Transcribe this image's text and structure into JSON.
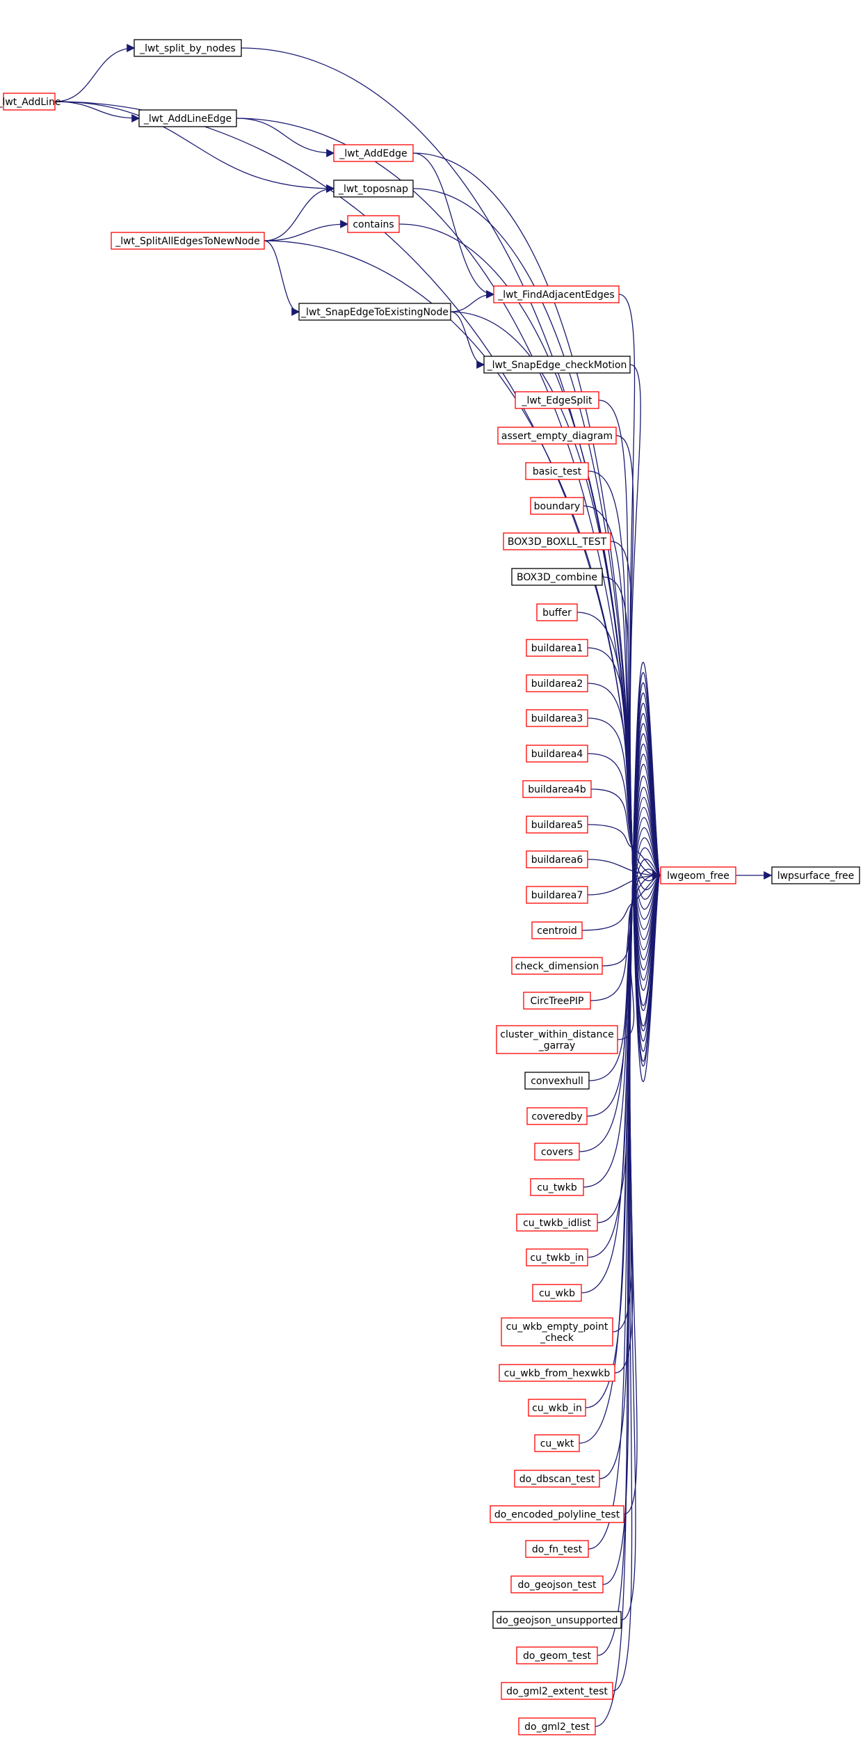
{
  "colors": {
    "edge": "#191970",
    "border_linked": "#ff0000",
    "border_plain": "#000000",
    "fill_current": "#bfbfbf",
    "fill_default": "#ffffff"
  },
  "nodes": [
    {
      "id": "lwpsurface_free",
      "label": "lwpsurface_free",
      "style": "current"
    },
    {
      "id": "lwgeom_free",
      "label": "lwgeom_free",
      "style": "linked"
    },
    {
      "id": "lwt_split_by_nodes",
      "label": "_lwt_split_by_nodes",
      "style": "plain"
    },
    {
      "id": "lwt_AddLine",
      "label": "_lwt_AddLine",
      "style": "linked"
    },
    {
      "id": "lwt_AddLineEdge",
      "label": "_lwt_AddLineEdge",
      "style": "plain"
    },
    {
      "id": "lwt_AddEdge",
      "label": "_lwt_AddEdge",
      "style": "linked"
    },
    {
      "id": "lwt_toposnap",
      "label": "_lwt_toposnap",
      "style": "plain"
    },
    {
      "id": "contains",
      "label": "contains",
      "style": "linked"
    },
    {
      "id": "lwt_SplitAllEdgesToNewNode",
      "label": "_lwt_SplitAllEdgesToNewNode",
      "style": "linked"
    },
    {
      "id": "lwt_FindAdjacentEdges",
      "label": "_lwt_FindAdjacentEdges",
      "style": "linked"
    },
    {
      "id": "lwt_SnapEdgeToExistingNode",
      "label": "_lwt_SnapEdgeToExistingNode",
      "style": "plain"
    },
    {
      "id": "lwt_SnapEdge_checkMotion",
      "label": "_lwt_SnapEdge_checkMotion",
      "style": "plain"
    },
    {
      "id": "lwt_EdgeSplit",
      "label": "_lwt_EdgeSplit",
      "style": "linked"
    },
    {
      "id": "assert_empty_diagram",
      "label": "assert_empty_diagram",
      "style": "linked"
    },
    {
      "id": "basic_test",
      "label": "basic_test",
      "style": "linked"
    },
    {
      "id": "boundary",
      "label": "boundary",
      "style": "linked"
    },
    {
      "id": "BOX3D_BOXLL_TEST",
      "label": "BOX3D_BOXLL_TEST",
      "style": "linked"
    },
    {
      "id": "BOX3D_combine",
      "label": "BOX3D_combine",
      "style": "plain"
    },
    {
      "id": "buffer",
      "label": "buffer",
      "style": "linked"
    },
    {
      "id": "buildarea1",
      "label": "buildarea1",
      "style": "linked"
    },
    {
      "id": "buildarea2",
      "label": "buildarea2",
      "style": "linked"
    },
    {
      "id": "buildarea3",
      "label": "buildarea3",
      "style": "linked"
    },
    {
      "id": "buildarea4",
      "label": "buildarea4",
      "style": "linked"
    },
    {
      "id": "buildarea4b",
      "label": "buildarea4b",
      "style": "linked"
    },
    {
      "id": "buildarea5",
      "label": "buildarea5",
      "style": "linked"
    },
    {
      "id": "buildarea6",
      "label": "buildarea6",
      "style": "linked"
    },
    {
      "id": "buildarea7",
      "label": "buildarea7",
      "style": "linked"
    },
    {
      "id": "centroid",
      "label": "centroid",
      "style": "linked"
    },
    {
      "id": "check_dimension",
      "label": "check_dimension",
      "style": "linked"
    },
    {
      "id": "CircTreePIP",
      "label": "CircTreePIP",
      "style": "linked"
    },
    {
      "id": "cluster_within_distance_garray",
      "label": "cluster_within_distance\n_garray",
      "style": "linked"
    },
    {
      "id": "convexhull",
      "label": "convexhull",
      "style": "plain"
    },
    {
      "id": "coveredby",
      "label": "coveredby",
      "style": "linked"
    },
    {
      "id": "covers",
      "label": "covers",
      "style": "linked"
    },
    {
      "id": "cu_twkb",
      "label": "cu_twkb",
      "style": "linked"
    },
    {
      "id": "cu_twkb_idlist",
      "label": "cu_twkb_idlist",
      "style": "linked"
    },
    {
      "id": "cu_twkb_in",
      "label": "cu_twkb_in",
      "style": "linked"
    },
    {
      "id": "cu_wkb",
      "label": "cu_wkb",
      "style": "linked"
    },
    {
      "id": "cu_wkb_empty_point_check",
      "label": "cu_wkb_empty_point\n_check",
      "style": "linked"
    },
    {
      "id": "cu_wkb_from_hexwkb",
      "label": "cu_wkb_from_hexwkb",
      "style": "linked"
    },
    {
      "id": "cu_wkb_in",
      "label": "cu_wkb_in",
      "style": "linked"
    },
    {
      "id": "cu_wkt",
      "label": "cu_wkt",
      "style": "linked"
    },
    {
      "id": "do_dbscan_test",
      "label": "do_dbscan_test",
      "style": "linked"
    },
    {
      "id": "do_encoded_polyline_test",
      "label": "do_encoded_polyline_test",
      "style": "linked"
    },
    {
      "id": "do_fn_test",
      "label": "do_fn_test",
      "style": "linked"
    },
    {
      "id": "do_geojson_test",
      "label": "do_geojson_test",
      "style": "linked"
    },
    {
      "id": "do_geojson_unsupported",
      "label": "do_geojson_unsupported",
      "style": "plain"
    },
    {
      "id": "do_geom_test",
      "label": "do_geom_test",
      "style": "linked"
    },
    {
      "id": "do_gml2_extent_test",
      "label": "do_gml2_extent_test",
      "style": "linked"
    },
    {
      "id": "do_gml2_test",
      "label": "do_gml2_test",
      "style": "linked"
    }
  ],
  "edges": [
    {
      "from": "lwgeom_free",
      "to": "lwpsurface_free"
    },
    {
      "from": "lwt_split_by_nodes",
      "to": "lwgeom_free"
    },
    {
      "from": "lwt_AddLine",
      "to": "lwgeom_free"
    },
    {
      "from": "lwt_AddLineEdge",
      "to": "lwgeom_free"
    },
    {
      "from": "lwt_AddEdge",
      "to": "lwgeom_free"
    },
    {
      "from": "lwt_toposnap",
      "to": "lwgeom_free"
    },
    {
      "from": "contains",
      "to": "lwgeom_free"
    },
    {
      "from": "lwt_SplitAllEdgesToNewNode",
      "to": "lwgeom_free"
    },
    {
      "from": "lwt_FindAdjacentEdges",
      "to": "lwgeom_free"
    },
    {
      "from": "lwt_SnapEdgeToExistingNode",
      "to": "lwgeom_free"
    },
    {
      "from": "lwt_SnapEdge_checkMotion",
      "to": "lwgeom_free"
    },
    {
      "from": "lwt_EdgeSplit",
      "to": "lwgeom_free"
    },
    {
      "from": "assert_empty_diagram",
      "to": "lwgeom_free"
    },
    {
      "from": "basic_test",
      "to": "lwgeom_free"
    },
    {
      "from": "boundary",
      "to": "lwgeom_free"
    },
    {
      "from": "BOX3D_BOXLL_TEST",
      "to": "lwgeom_free"
    },
    {
      "from": "BOX3D_combine",
      "to": "lwgeom_free"
    },
    {
      "from": "buffer",
      "to": "lwgeom_free"
    },
    {
      "from": "buildarea1",
      "to": "lwgeom_free"
    },
    {
      "from": "buildarea2",
      "to": "lwgeom_free"
    },
    {
      "from": "buildarea3",
      "to": "lwgeom_free"
    },
    {
      "from": "buildarea4",
      "to": "lwgeom_free"
    },
    {
      "from": "buildarea4b",
      "to": "lwgeom_free"
    },
    {
      "from": "buildarea5",
      "to": "lwgeom_free"
    },
    {
      "from": "buildarea6",
      "to": "lwgeom_free"
    },
    {
      "from": "buildarea7",
      "to": "lwgeom_free"
    },
    {
      "from": "centroid",
      "to": "lwgeom_free"
    },
    {
      "from": "check_dimension",
      "to": "lwgeom_free"
    },
    {
      "from": "CircTreePIP",
      "to": "lwgeom_free"
    },
    {
      "from": "cluster_within_distance_garray",
      "to": "lwgeom_free"
    },
    {
      "from": "convexhull",
      "to": "lwgeom_free"
    },
    {
      "from": "coveredby",
      "to": "lwgeom_free"
    },
    {
      "from": "covers",
      "to": "lwgeom_free"
    },
    {
      "from": "cu_twkb",
      "to": "lwgeom_free"
    },
    {
      "from": "cu_twkb_idlist",
      "to": "lwgeom_free"
    },
    {
      "from": "cu_twkb_in",
      "to": "lwgeom_free"
    },
    {
      "from": "cu_wkb",
      "to": "lwgeom_free"
    },
    {
      "from": "cu_wkb_empty_point_check",
      "to": "lwgeom_free"
    },
    {
      "from": "cu_wkb_from_hexwkb",
      "to": "lwgeom_free"
    },
    {
      "from": "cu_wkb_in",
      "to": "lwgeom_free"
    },
    {
      "from": "cu_wkt",
      "to": "lwgeom_free"
    },
    {
      "from": "do_dbscan_test",
      "to": "lwgeom_free"
    },
    {
      "from": "do_encoded_polyline_test",
      "to": "lwgeom_free"
    },
    {
      "from": "do_fn_test",
      "to": "lwgeom_free"
    },
    {
      "from": "do_geojson_test",
      "to": "lwgeom_free"
    },
    {
      "from": "do_geojson_unsupported",
      "to": "lwgeom_free"
    },
    {
      "from": "do_geom_test",
      "to": "lwgeom_free"
    },
    {
      "from": "do_gml2_extent_test",
      "to": "lwgeom_free"
    },
    {
      "from": "do_gml2_test",
      "to": "lwgeom_free"
    },
    {
      "from": "lwt_AddLine",
      "to": "lwt_split_by_nodes"
    },
    {
      "from": "lwt_AddLine",
      "to": "lwt_AddLineEdge"
    },
    {
      "from": "lwt_AddLine",
      "to": "lwt_toposnap"
    },
    {
      "from": "lwt_AddLineEdge",
      "to": "lwt_AddEdge"
    },
    {
      "from": "lwt_AddEdge",
      "to": "lwt_FindAdjacentEdges"
    },
    {
      "from": "lwt_SplitAllEdgesToNewNode",
      "to": "lwt_toposnap"
    },
    {
      "from": "lwt_SplitAllEdgesToNewNode",
      "to": "contains"
    },
    {
      "from": "lwt_SplitAllEdgesToNewNode",
      "to": "lwt_SnapEdgeToExistingNode"
    },
    {
      "from": "lwt_SnapEdgeToExistingNode",
      "to": "lwt_FindAdjacentEdges"
    },
    {
      "from": "lwt_SnapEdgeToExistingNode",
      "to": "lwt_SnapEdge_checkMotion"
    }
  ]
}
